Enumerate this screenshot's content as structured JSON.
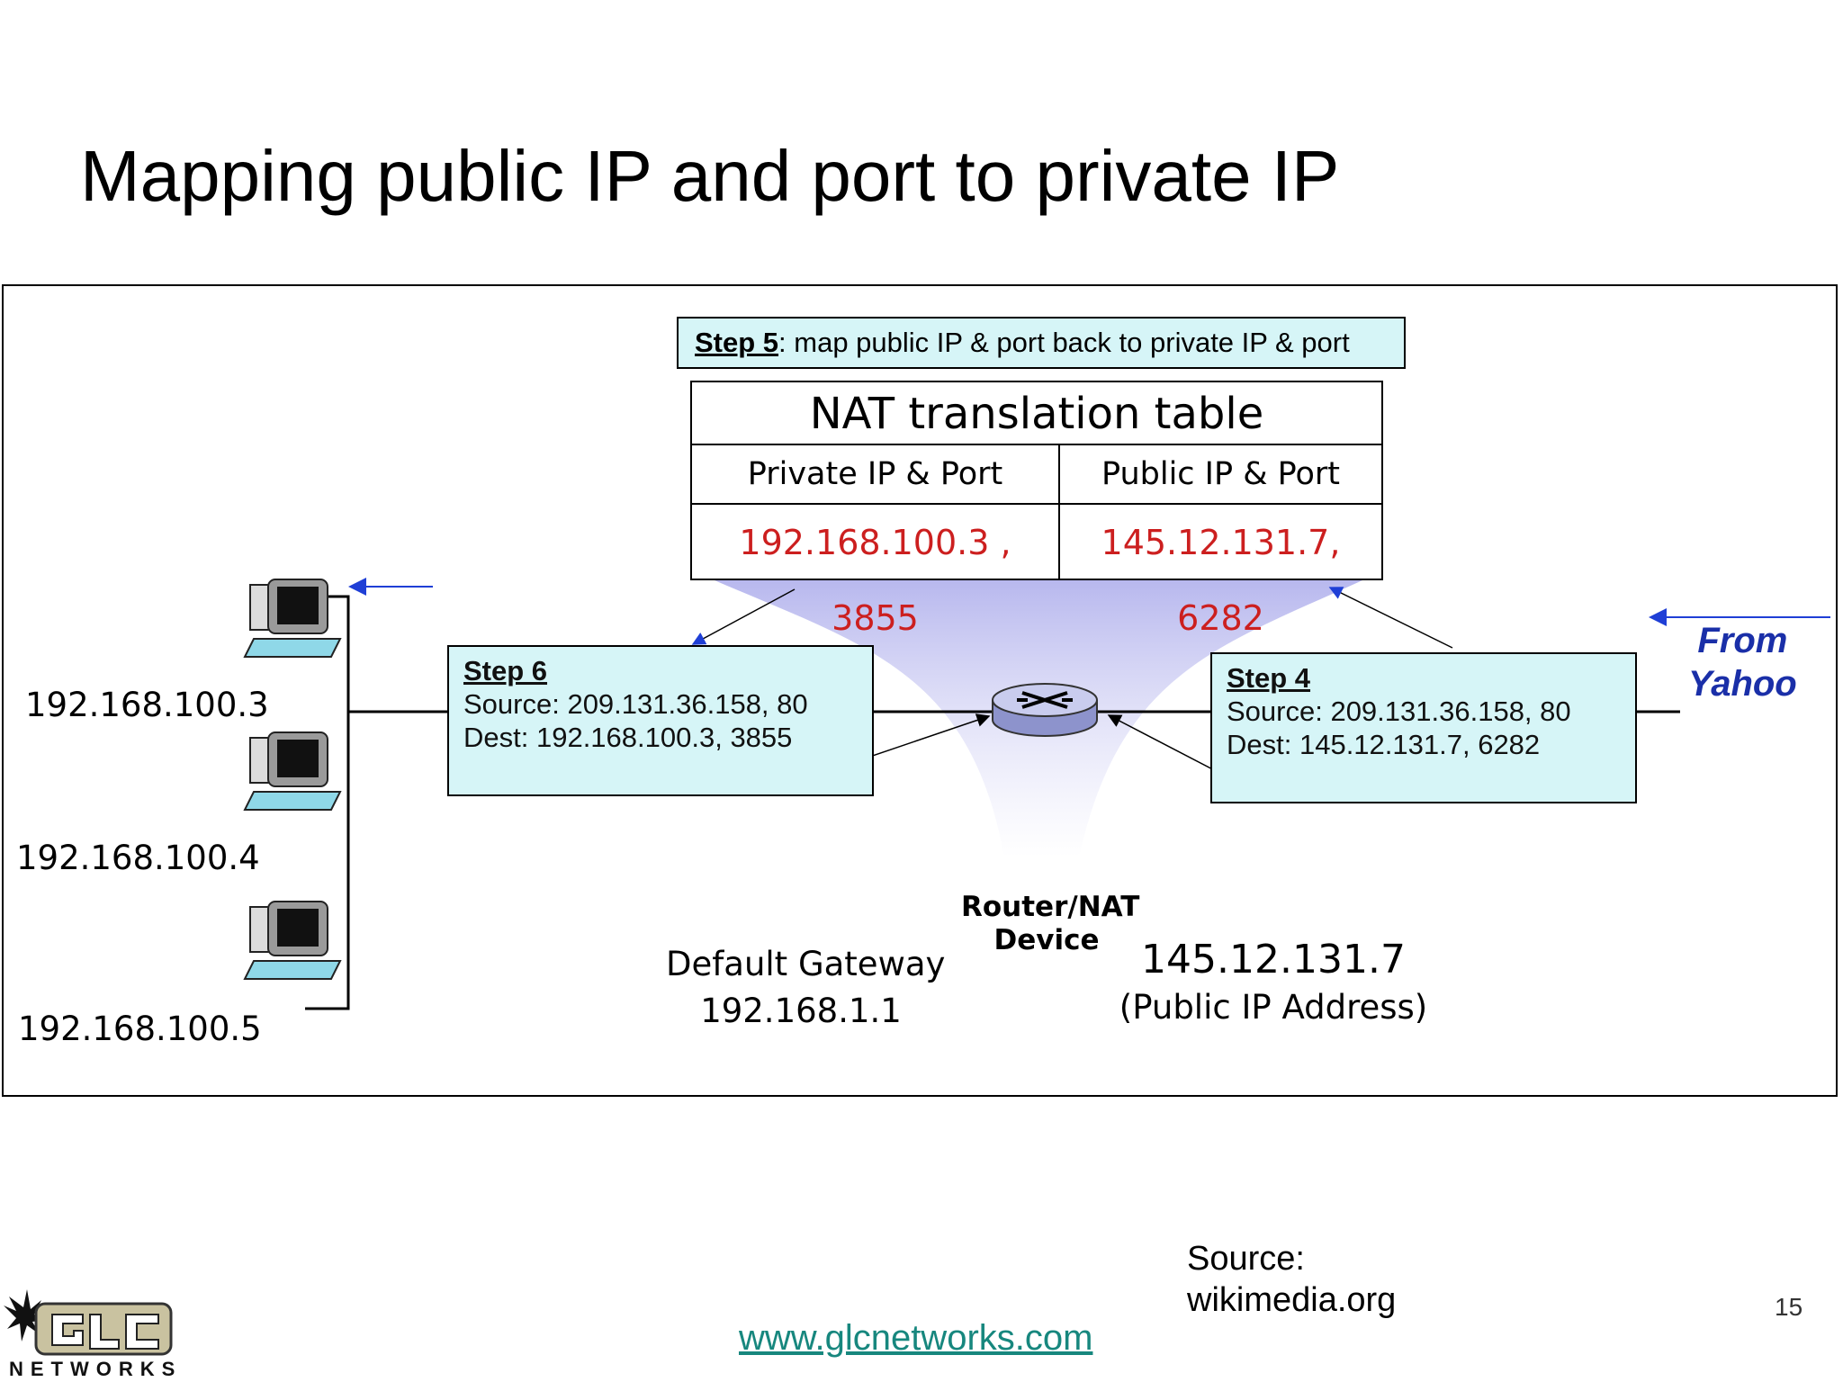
{
  "slide": {
    "title": "Mapping public IP and port to private IP",
    "page_number": "15",
    "source_label": "Source:",
    "source_value": "wikimedia.org",
    "website": "www.glcnetworks.com",
    "logo_text": "NETWORKS"
  },
  "step5": {
    "head": "Step 5",
    "text": ": map public IP & port back to private IP & port"
  },
  "nat_table": {
    "title": "NAT translation table",
    "col_private": "Private IP & Port",
    "col_public": "Public IP & Port",
    "row_private": "192.168.100.3 , 3855",
    "row_public": "145.12.131.7, 6282"
  },
  "step6": {
    "head": "Step 6",
    "source": "Source: 209.131.36.158, 80",
    "dest": "Dest: 192.168.100.3, 3855"
  },
  "step4": {
    "head": "Step 4",
    "source": "Source: 209.131.36.158, 80",
    "dest": "Dest: 145.12.131.7, 6282"
  },
  "hosts": [
    "192.168.100.3",
    "192.168.100.4",
    "192.168.100.5"
  ],
  "router": {
    "line1": "Router/NAT",
    "line2": "Device"
  },
  "gateway": {
    "label": "Default Gateway",
    "ip": "192.168.1.1"
  },
  "public_ip": {
    "ip": "145.12.131.7",
    "label": "(Public IP Address)"
  },
  "from_yahoo": {
    "line1": "From",
    "line2": "Yahoo"
  },
  "colors": {
    "step_box_fill": "#d6f5f7",
    "nat_value_red": "#cc1f1f",
    "arrow_blue": "#1f3fd6",
    "yahoo_blue": "#1a2fa8",
    "link_teal": "#17877e"
  }
}
